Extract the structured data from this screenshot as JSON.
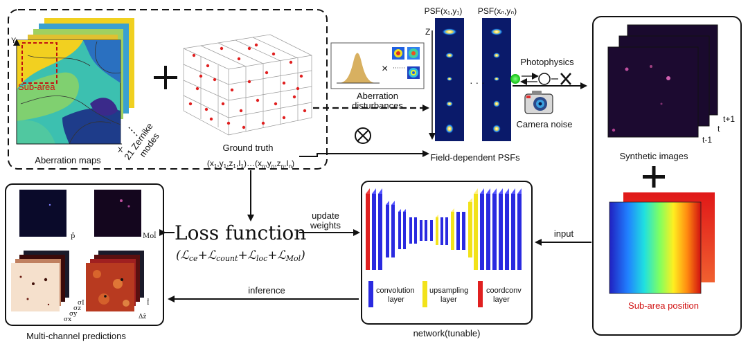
{
  "labels": {
    "aberration_maps": "Aberration maps",
    "zernike_line1": "21 Zernike",
    "zernike_line2": "modes",
    "sub_area": "Sub-area",
    "axis_y": "Y",
    "axis_x": "X",
    "ground_truth": "Ground truth",
    "aberration_disturbances_line1": "Aberration",
    "aberration_disturbances_line2": "disturbances",
    "psf_first": "PSF(x₁,y₁)",
    "psf_last": "PSF(xₙ,yₙ)",
    "z_axis": "Z",
    "field_dependent_psfs": "Field-dependent PSFs",
    "photophysics": "Photophysics",
    "camera_noise": "Camera noise",
    "synthetic_images": "Synthetic images",
    "frame_t_plus_1": "t+1",
    "frame_t": "t",
    "frame_t_minus_1": "t-1",
    "sub_area_position": "Sub-area position",
    "input": "input",
    "update_weights_line1": "update",
    "update_weights_line2": "weights",
    "loss_function": "Loss function",
    "inference": "inference",
    "network": "network(tunable)",
    "multi_channel_predictions": "Multi-channel predictions",
    "convolution_line1": "convolution",
    "convolution_line2": "layer",
    "upsampling_line1": "upsampling",
    "upsampling_line2": "layer",
    "coordconv_line1": "coordconv",
    "coordconv_line2": "layer",
    "p_hat": "p̂",
    "mol_hat": "Mol̂",
    "sigma_x": "σx",
    "sigma_y": "σy",
    "sigma_z": "σz",
    "sigma_I": "σI",
    "I_hat": "Î",
    "delta_z_hat": "Δẑ"
  },
  "colors": {
    "conv_layer": "#2a2ae0",
    "upsampling_layer": "#f2e21a",
    "coordconv_layer": "#e02020",
    "accent_red": "#d01010"
  }
}
